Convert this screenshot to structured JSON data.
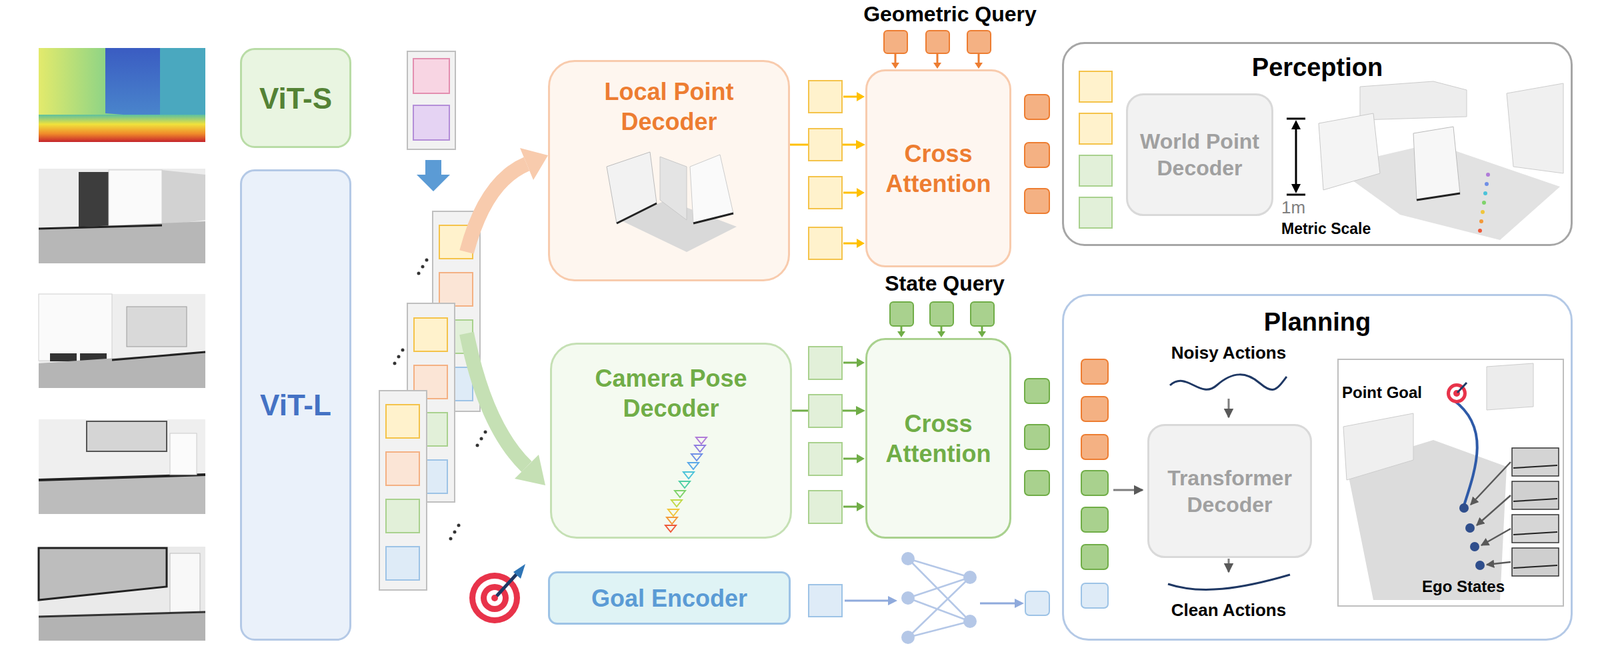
{
  "diagram": {
    "nodes": [
      {
        "text": [
          "ViT-S"
        ]
      },
      {
        "text": [
          "ViT-L"
        ]
      },
      {
        "text": [
          "Local Point Decoder"
        ]
      },
      {
        "text": [
          "Cross Attention"
        ]
      },
      {
        "text": [
          "Perception"
        ]
      },
      {
        "text": [
          "World Point Decoder"
        ],
        "in": 4
      },
      {
        "text": [
          "Camera Pose Decoder"
        ]
      },
      {
        "text": [
          "Cross Attention"
        ]
      },
      {
        "text": [
          "Planning"
        ]
      },
      {
        "text": [
          "Transformer Decoder"
        ],
        "in": 8
      },
      {
        "text": [
          "Goal Encoder"
        ]
      }
    ],
    "edges": [
      {
        "from": 2,
        "to": 3,
        "arrow": "to"
      },
      {
        "from": 6,
        "to": 7,
        "arrow": "to"
      }
    ],
    "labels": [
      "Geometric Query",
      "1m",
      "Metric Scale",
      "State Query",
      "Noisy Actions",
      "Clean Actions",
      "Point Goal",
      "Ego States"
    ]
  }
}
